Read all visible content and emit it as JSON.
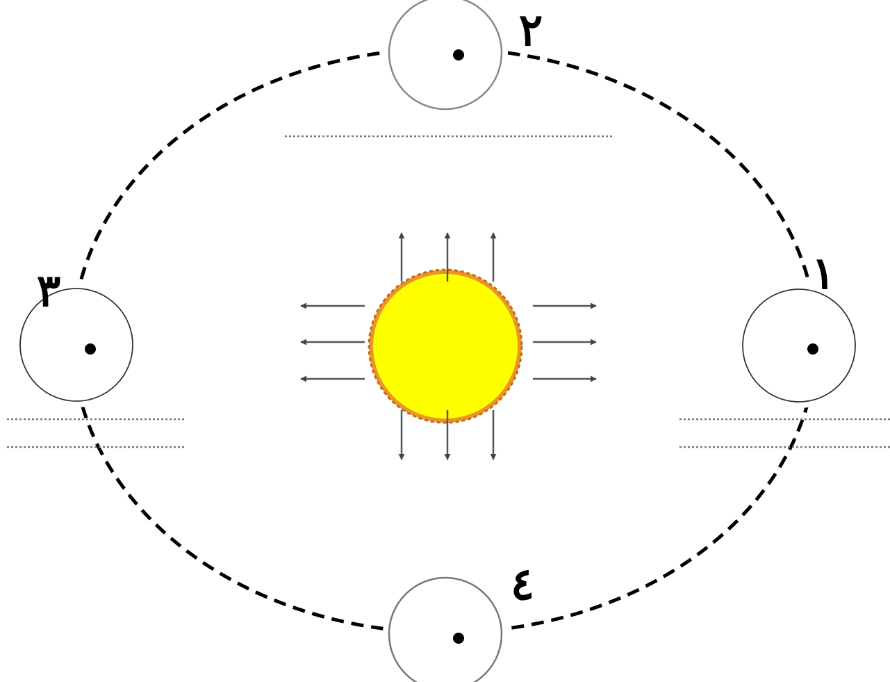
{
  "diagram": {
    "position_labels": [
      "١",
      "٢",
      "٣",
      "٤"
    ]
  },
  "colors": {
    "sun_fill": "#ffff00",
    "sun_corona": "#e8962a",
    "orbit": "#000000",
    "arrows": "#555555",
    "answer_lines": "#777777"
  }
}
